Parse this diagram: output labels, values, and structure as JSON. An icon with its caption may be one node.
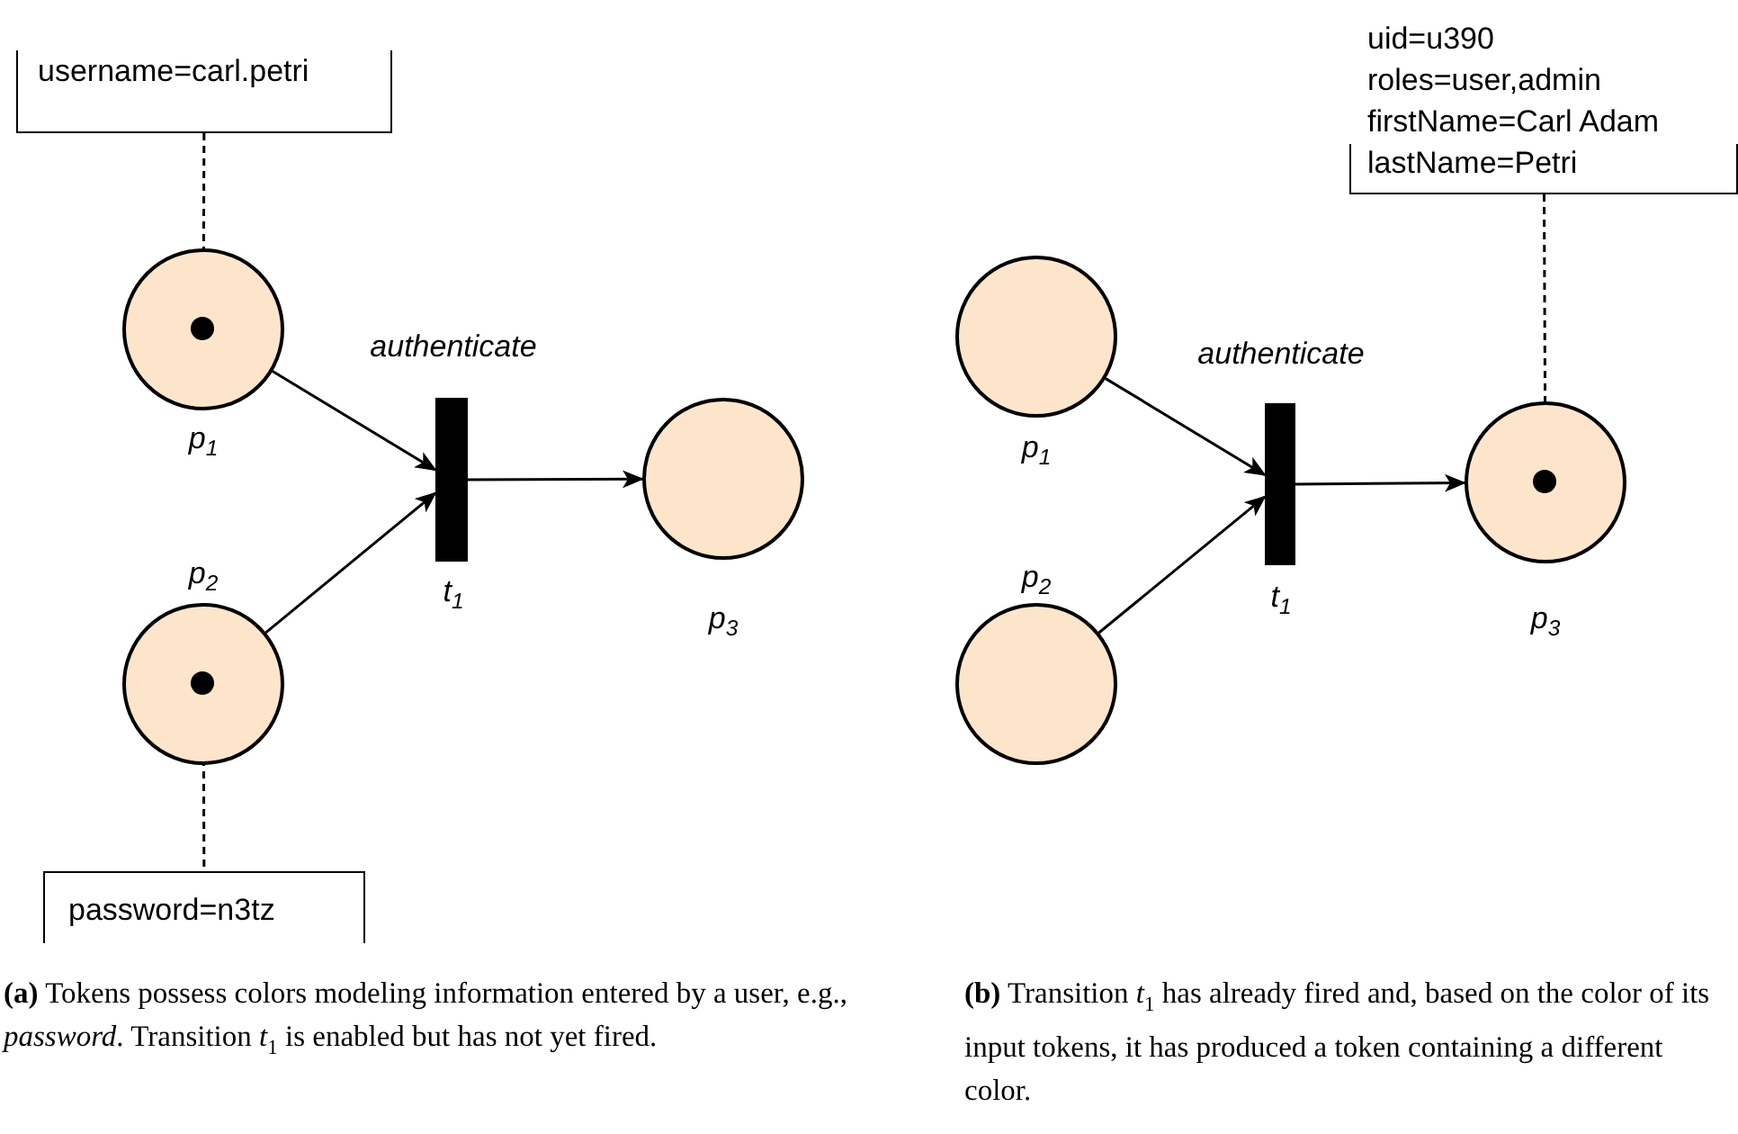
{
  "diagram": {
    "nodes": [
      {
        "text": [
          "username=carl.petri"
        ]
      },
      {
        "text": [],
        "shape": "circle",
        "beside": [
          "p$_{1}$"
        ]
      },
      {
        "text": [],
        "shape": "dot",
        "in": 1
      },
      {
        "text": [],
        "shape": "bar",
        "beside": [
          "authenticate",
          "t$_{1}$"
        ]
      },
      {
        "text": [],
        "shape": "circle",
        "beside": [
          "p$_{3}$"
        ]
      },
      {
        "text": [],
        "shape": "circle",
        "beside": [
          "p$_{2}$"
        ]
      },
      {
        "text": [],
        "shape": "dot",
        "in": 5
      },
      {
        "text": [
          "password=n3tz"
        ]
      },
      {
        "text": [
          "uid=u390",
          "roles=user,admin",
          "firstName=Carl Adam",
          "lastName=Petri"
        ]
      },
      {
        "text": [],
        "shape": "circle",
        "beside": [
          "p$_{1}$"
        ]
      },
      {
        "text": [],
        "shape": "bar",
        "beside": [
          "authenticate",
          "t$_{1}$"
        ]
      },
      {
        "text": [],
        "shape": "circle",
        "beside": [
          "p$_{3}$"
        ]
      },
      {
        "text": [],
        "shape": "dot",
        "in": 11
      },
      {
        "text": [],
        "shape": "circle",
        "beside": [
          "p$_{2}$"
        ]
      }
    ],
    "edges": [
      {
        "from": 0,
        "to": 2,
        "arrow": "none",
        "style": "dashed"
      },
      {
        "from": 1,
        "to": 3,
        "arrow": "to"
      },
      {
        "from": 5,
        "to": 3,
        "arrow": "to"
      },
      {
        "from": 3,
        "to": 4,
        "arrow": "to"
      },
      {
        "from": 6,
        "to": 7,
        "arrow": "none",
        "style": "dashed"
      },
      {
        "from": 8,
        "to": 12,
        "arrow": "none",
        "style": "dashed"
      },
      {
        "from": 9,
        "to": 10,
        "arrow": "to"
      },
      {
        "from": 13,
        "to": 10,
        "arrow": "to"
      },
      {
        "from": 10,
        "to": 11,
        "arrow": "to"
      }
    ],
    "labels": [
      "**(a)** Tokens possess colors modeling information entered by a user, e.g., *password*. Transition *t*$_{1}$ is enabled but has not yet fired.",
      "**(b)** Transition *t*$_{1}$ has already fired and, based on the color of its input tokens, it has produced a token containing a different color."
    ]
  }
}
